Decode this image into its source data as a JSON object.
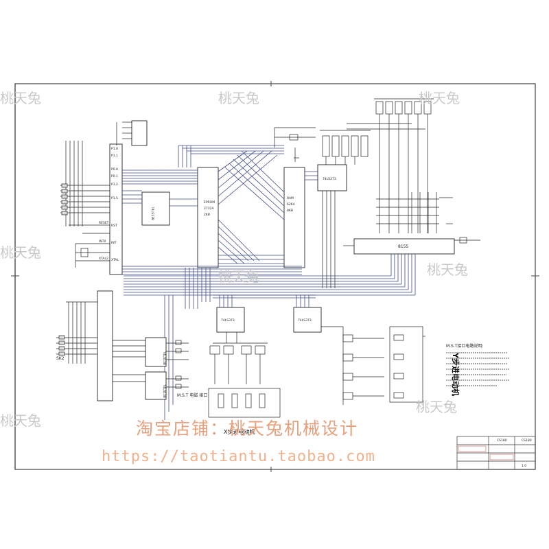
{
  "watermark": {
    "text": "桃天兔"
  },
  "chips": {
    "u74ls138_a": "74LS138",
    "eprom_a": "EPROM",
    "eprom_b": "2732A",
    "eprom_c": "2KB",
    "ram_a": "RAM",
    "ram_b": "6264",
    "ram_c": "8KB",
    "latch_top": "74LS373",
    "latch_mid1": "74LS373",
    "latch_mid2": "74LS373",
    "ppi": "8155",
    "u138_b": "74LS138",
    "u138_c": "74LS138"
  },
  "labels": {
    "reset": "RESET",
    "int0": "INT0",
    "xtal2": "XTAL2",
    "mst_iface": "M.S.T\n电磁\n接口",
    "sk2": "SK2",
    "x_motor": "X步进电动机",
    "y_motor": "Y步进电动机",
    "mst_note_title": "M.S.T接口电路说明:"
  },
  "titleblock": {
    "code1": "CS180",
    "code2": "CS180",
    "sheet": "1.0"
  },
  "shop": {
    "name": "淘宝店铺：桃天兔机械设计",
    "url": "https://taotiantu.taobao.com"
  }
}
